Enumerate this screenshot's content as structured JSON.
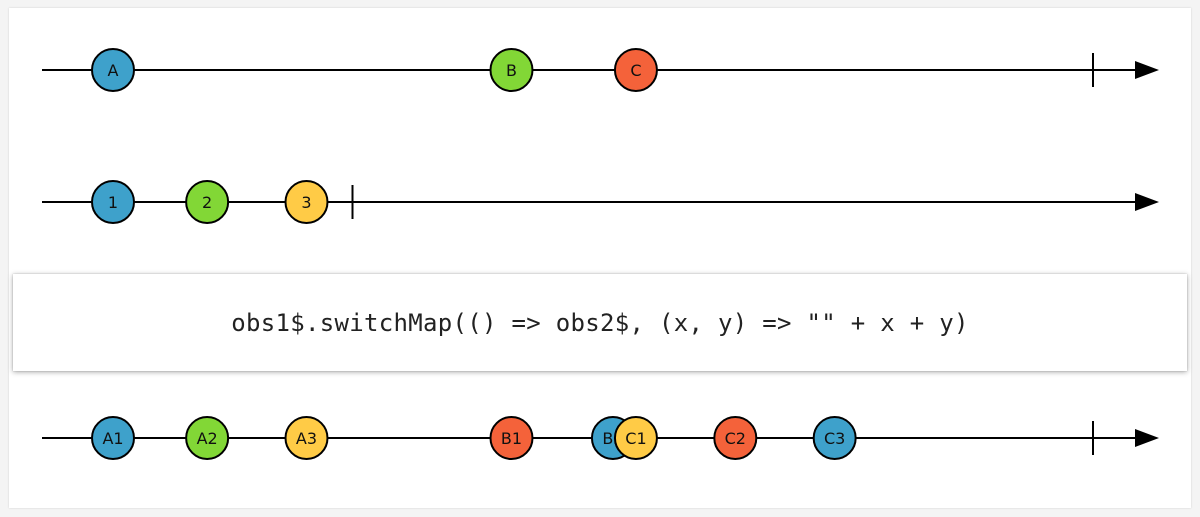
{
  "colors": {
    "blue": "#3ea1cb",
    "green": "#82d736",
    "red": "#f4623a",
    "yellow": "#ffcb46",
    "stroke": "#000000"
  },
  "operator": "obs1$.switchMap(() => obs2$, (x, y) => \"\" + x + y)",
  "timelines": [
    {
      "id": "obs1",
      "marbles": [
        {
          "label": "A",
          "color": "blue",
          "t": 0
        },
        {
          "label": "B",
          "color": "green",
          "t": 0.381
        },
        {
          "label": "C",
          "color": "red",
          "t": 0.5
        }
      ],
      "complete_t": 0.937
    },
    {
      "id": "obs2",
      "marbles": [
        {
          "label": "1",
          "color": "blue",
          "t": 0
        },
        {
          "label": "2",
          "color": "green",
          "t": 0.09
        },
        {
          "label": "3",
          "color": "yellow",
          "t": 0.185
        }
      ],
      "complete_t": 0.229
    },
    {
      "id": "result",
      "marbles": [
        {
          "label": "A1",
          "color": "blue",
          "t": 0
        },
        {
          "label": "A2",
          "color": "green",
          "t": 0.09
        },
        {
          "label": "A3",
          "color": "yellow",
          "t": 0.185
        },
        {
          "label": "B1",
          "color": "red",
          "t": 0.381
        },
        {
          "label": "B2",
          "color": "blue",
          "t": 0.478
        },
        {
          "label": "C1",
          "color": "yellow",
          "t": 0.5
        },
        {
          "label": "C2",
          "color": "red",
          "t": 0.595
        },
        {
          "label": "C3",
          "color": "blue",
          "t": 0.69
        }
      ],
      "complete_t": 0.937
    }
  ]
}
